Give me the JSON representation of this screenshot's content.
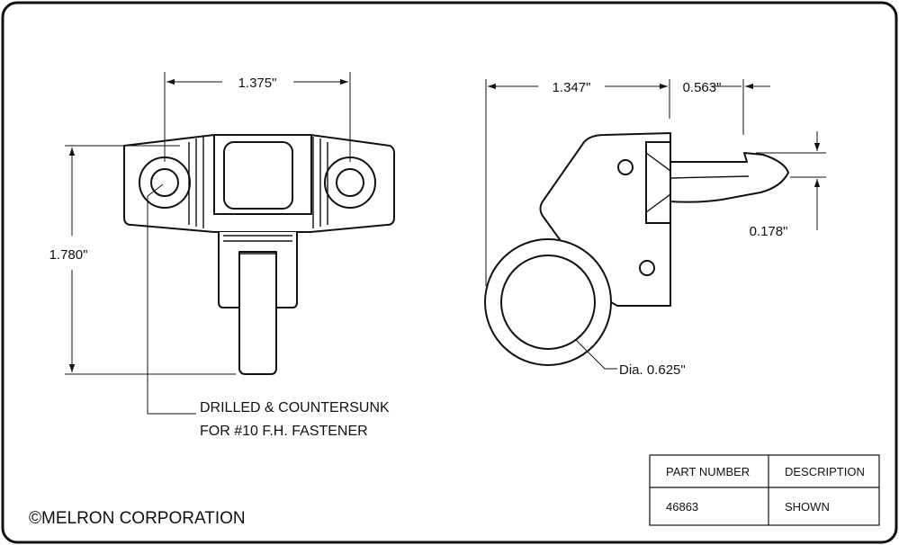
{
  "dimensions": {
    "width_top": "1.375\"",
    "height_left": "1.780\"",
    "length_right": "1.347\"",
    "hook_reach": "0.563\"",
    "hook_gap": "0.178\"",
    "tube_dia": "Dia. 0.625\""
  },
  "notes": {
    "drill_line1": "DRILLED & COUNTERSUNK",
    "drill_line2": "FOR #10 F.H. FASTENER"
  },
  "copyright": "©MELRON CORPORATION",
  "table": {
    "headers": [
      "PART NUMBER",
      "DESCRIPTION"
    ],
    "rows": [
      [
        "46863",
        "SHOWN"
      ]
    ]
  }
}
